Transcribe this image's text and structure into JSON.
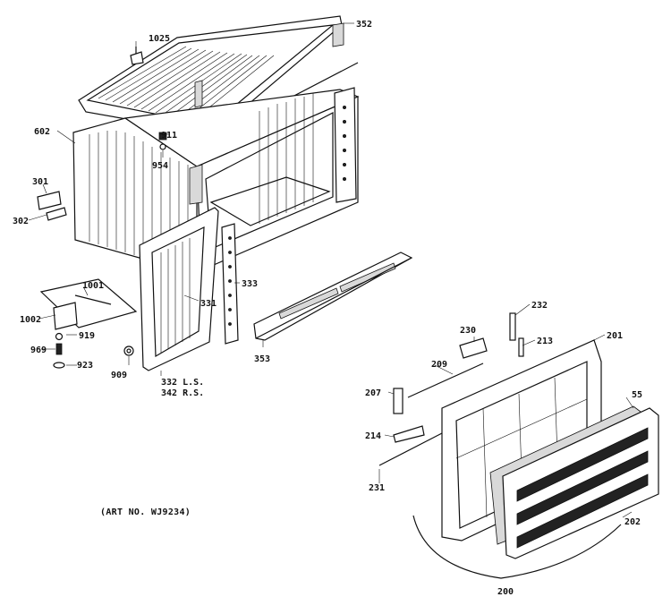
{
  "diagram": {
    "labels": {
      "p1025": "1025",
      "p352": "352",
      "p602": "602",
      "p911": "911",
      "p954": "954",
      "p301": "301",
      "p302": "302",
      "p1001": "1001",
      "p1002": "1002",
      "p919": "919",
      "p969": "969",
      "p923": "923",
      "p909": "909",
      "p331": "331",
      "p332": "332 L.S.",
      "p342": "342 R.S.",
      "p333": "333",
      "p353": "353",
      "p230": "230",
      "p232": "232",
      "p213": "213",
      "p201": "201",
      "p209": "209",
      "p207": "207",
      "p55": "55",
      "p214": "214",
      "p231": "231",
      "p202": "202",
      "p200": "200"
    },
    "art_no": "(ART NO. WJ9234)"
  }
}
